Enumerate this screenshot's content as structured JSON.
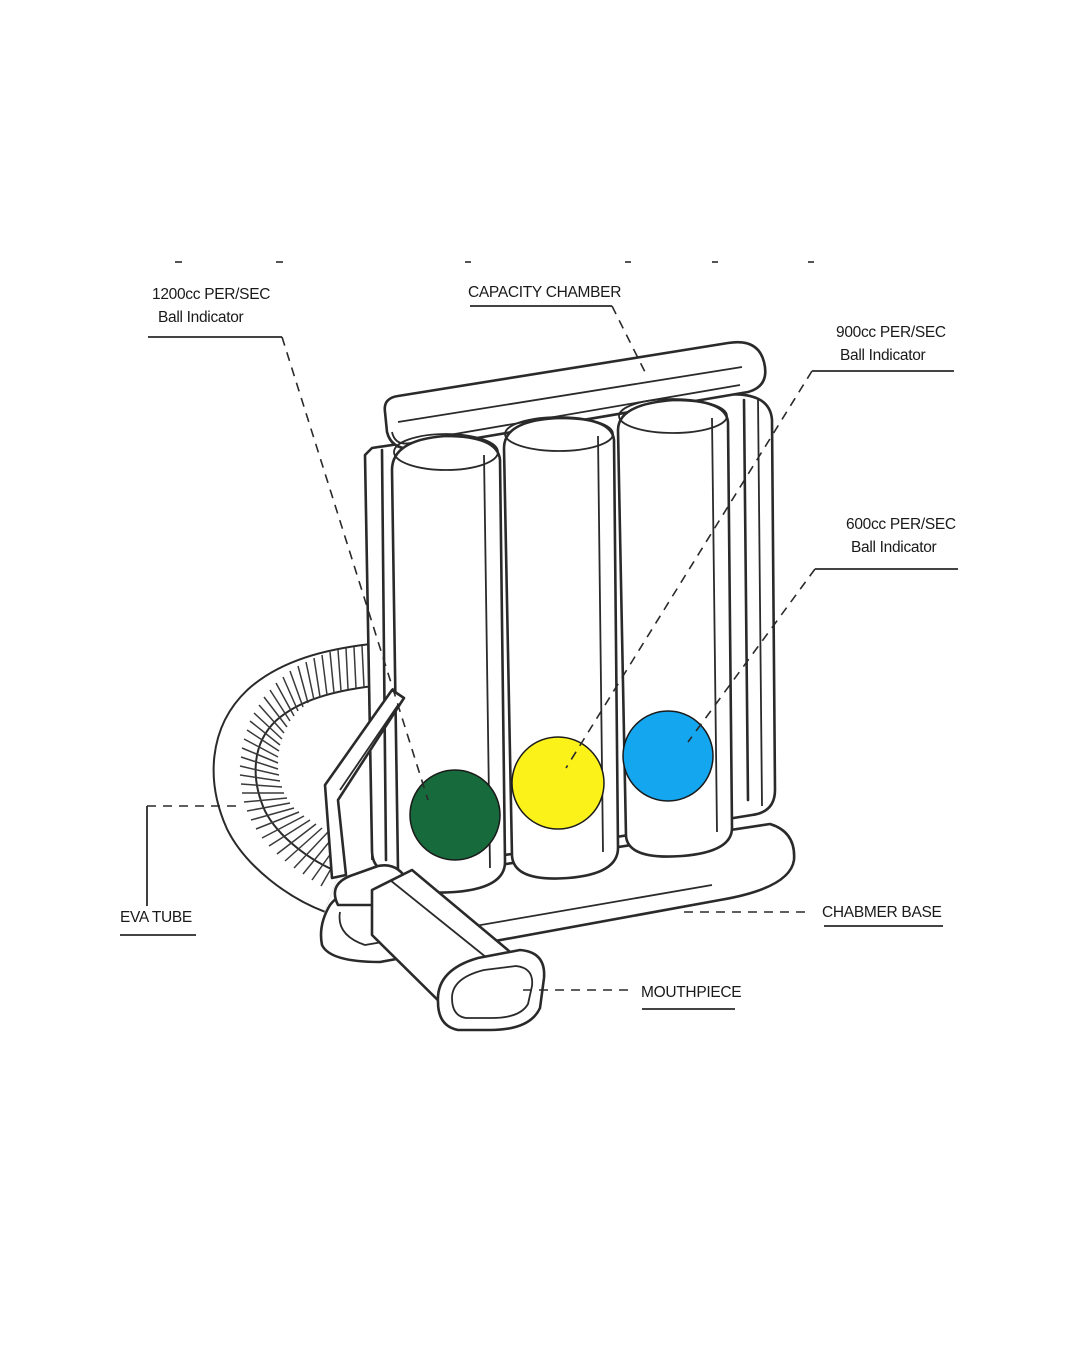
{
  "labels": {
    "ball_1200": {
      "line1": "1200cc PER/SEC",
      "line2": "Ball Indicator"
    },
    "capacity_chamber": "CAPACITY CHAMBER",
    "ball_900": {
      "line1": "900cc PER/SEC",
      "line2": "Ball Indicator"
    },
    "ball_600": {
      "line1": "600cc PER/SEC",
      "line2": "Ball Indicator"
    },
    "eva_tube": "EVA TUBE",
    "chamber_base": "CHABMER BASE",
    "mouthpiece": "MOUTHPIECE"
  },
  "colors": {
    "ball_1200": "#176a3c",
    "ball_900": "#fbf21a",
    "ball_600": "#14a7ef",
    "outline": "#2a2a2a"
  }
}
